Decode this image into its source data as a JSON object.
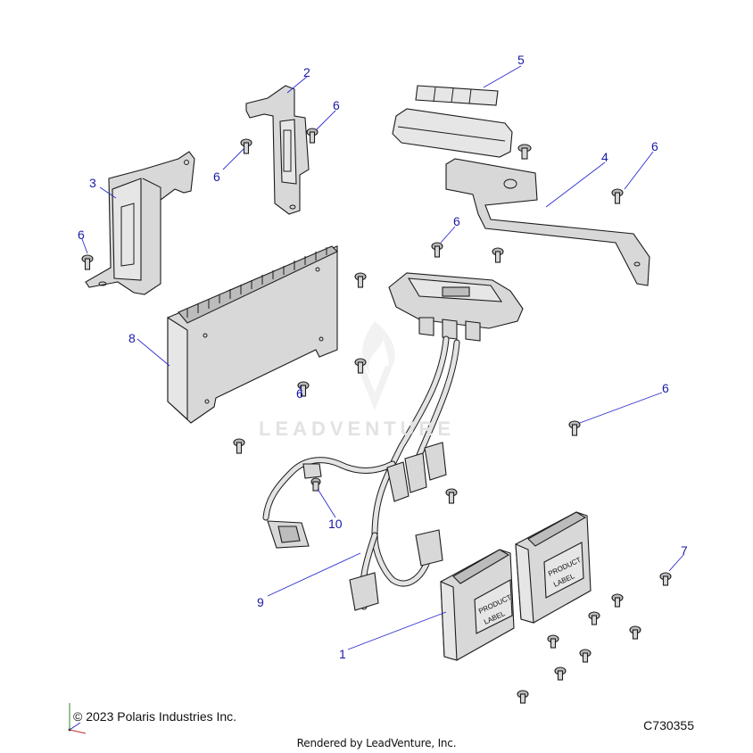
{
  "callouts": [
    {
      "id": "c1",
      "label": "1"
    },
    {
      "id": "c2",
      "label": "2"
    },
    {
      "id": "c3",
      "label": "3"
    },
    {
      "id": "c4",
      "label": "4"
    },
    {
      "id": "c5",
      "label": "5"
    },
    {
      "id": "c6a",
      "label": "6"
    },
    {
      "id": "c6b",
      "label": "6"
    },
    {
      "id": "c6c",
      "label": "6"
    },
    {
      "id": "c6d",
      "label": "6"
    },
    {
      "id": "c6e",
      "label": "6"
    },
    {
      "id": "c6f",
      "label": "6"
    },
    {
      "id": "c6g",
      "label": "6"
    },
    {
      "id": "c7",
      "label": "7"
    },
    {
      "id": "c8",
      "label": "8"
    },
    {
      "id": "c9",
      "label": "9"
    },
    {
      "id": "c10",
      "label": "10"
    }
  ],
  "product_label_lines": [
    "PRODUCT",
    "LABEL"
  ],
  "watermark": "LEADVENTURE",
  "footer": {
    "copyright": "© 2023 Polaris Industries Inc.",
    "diagram_code": "C730355",
    "rendered_by": "Rendered by LeadVenture, Inc."
  }
}
